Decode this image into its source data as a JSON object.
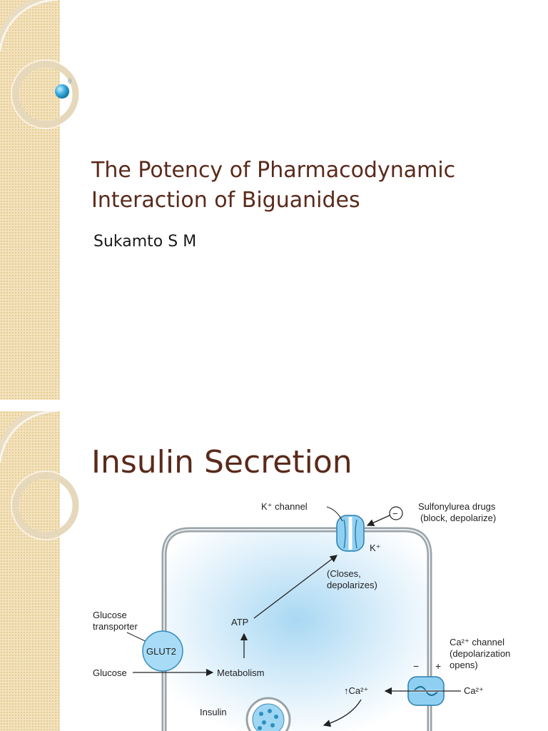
{
  "slide1": {
    "title": "The Potency of Pharmacodynamic Interaction of Biguanides",
    "subtitle": "Sukamto S M",
    "bullet_marker": "θ"
  },
  "slide2": {
    "title": "Insulin Secretion",
    "diagram": {
      "k_channel": "K⁺ channel",
      "sulfonylurea": "Sulfonylurea drugs",
      "sulfonylurea_effect": "(block, depolarize)",
      "minus": "−",
      "k_ion": "K⁺",
      "closes": "(Closes,",
      "depolarizes": "depolarizes)",
      "atp": "ATP",
      "glucose_transporter_1": "Glucose",
      "glucose_transporter_2": "transporter",
      "glut2": "GLUT2",
      "glucose": "Glucose",
      "metabolism": "Metabolism",
      "ca_channel": "Ca²⁺ channel",
      "ca_depol_1": "(depolarization",
      "ca_depol_2": "opens)",
      "minus_sign": "−",
      "plus_sign": "+",
      "ca_inside": "↑Ca²⁺",
      "ca_outside": "Ca²⁺",
      "insulin": "Insulin"
    }
  },
  "colors": {
    "title": "#5a2a1b",
    "stripe": "#f3e2bd",
    "cell_fill": "#cde8f8",
    "channel": "#5bb8e8"
  }
}
